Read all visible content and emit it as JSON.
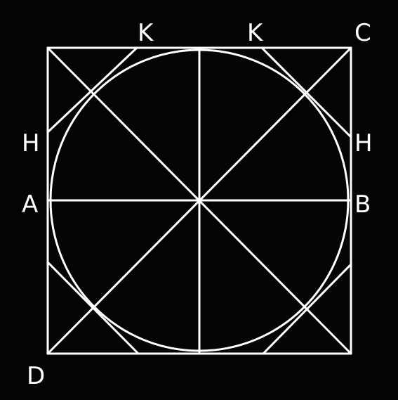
{
  "diagram": {
    "background_color": "#050505",
    "stroke_color": "#ffffff",
    "labels": {
      "K_left": "K",
      "K_right": "K",
      "C": "C",
      "H_left": "H",
      "H_right": "H",
      "A": "A",
      "B": "B",
      "D": "D"
    }
  }
}
